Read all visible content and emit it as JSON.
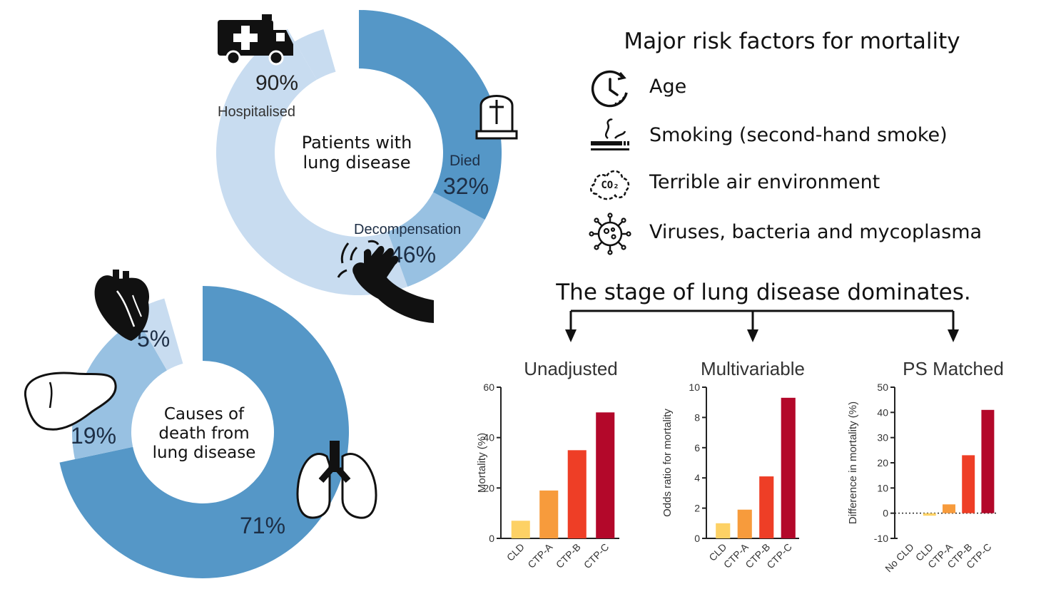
{
  "header": {
    "title": "Major risk factors for mortality",
    "risk_factors": [
      {
        "label": "Age",
        "icon": "clock-icon"
      },
      {
        "label": "Smoking (second-hand smoke)",
        "icon": "cigarette-icon"
      },
      {
        "label": "Terrible air environment",
        "icon": "co2-cloud-icon"
      },
      {
        "label": "Viruses, bacteria and mycoplasma",
        "icon": "virus-icon"
      }
    ],
    "stage_title": "The stage of lung disease dominates."
  },
  "chart_data": [
    {
      "type": "pie",
      "center_label": [
        "Patients with",
        "lung disease"
      ],
      "slices": [
        {
          "label": "Hospitalised",
          "value": 90,
          "display": "90%",
          "color": "#c8dcf0",
          "icon": "ambulance-icon"
        },
        {
          "label": "Died",
          "value": 32,
          "display": "32%",
          "color": "#5597c7",
          "icon": "tombstone-icon"
        },
        {
          "label": "Decompensation",
          "value": 46,
          "display": "46%",
          "color": "#98c1e2",
          "icon": "waving-hand-icon"
        }
      ]
    },
    {
      "type": "pie",
      "center_label": [
        "Causes of",
        "death from",
        "lung disease"
      ],
      "slices": [
        {
          "label": "",
          "value": 5,
          "display": "5%",
          "color": "#c8dcf0",
          "icon": "heart-icon"
        },
        {
          "label": "",
          "value": 19,
          "display": "19%",
          "color": "#98c1e2",
          "icon": "liver-icon"
        },
        {
          "label": "",
          "value": 71,
          "display": "71%",
          "color": "#5597c7",
          "icon": "lungs-icon"
        }
      ]
    },
    {
      "type": "bar",
      "title": "Unadjusted",
      "ylabel": "Mortality (%)",
      "ylim": [
        0,
        60
      ],
      "yticks": [
        0,
        20,
        40,
        60
      ],
      "categories": [
        "CLD",
        "CTP-A",
        "CTP-B",
        "CTP-C"
      ],
      "values": [
        7,
        19,
        35,
        50
      ],
      "colors": [
        "#fdd165",
        "#f79b3c",
        "#ee3e26",
        "#b3082a"
      ]
    },
    {
      "type": "bar",
      "title": "Multivariable",
      "ylabel": "Odds ratio for mortality",
      "ylim": [
        0,
        10
      ],
      "yticks": [
        0,
        2,
        4,
        6,
        8,
        10
      ],
      "categories": [
        "CLD",
        "CTP-A",
        "CTP-B",
        "CTP-C"
      ],
      "values": [
        1,
        1.9,
        4.1,
        9.3
      ],
      "colors": [
        "#fdd165",
        "#f79b3c",
        "#ee3e26",
        "#b3082a"
      ]
    },
    {
      "type": "bar",
      "title": "PS Matched",
      "ylabel": "Difference in mortality  (%)",
      "ylim": [
        -10,
        50
      ],
      "yticks": [
        -10,
        0,
        10,
        20,
        30,
        40,
        50
      ],
      "categories": [
        "No CLD",
        "CLD",
        "CTP-A",
        "CTP-B",
        "CTP-C"
      ],
      "values": [
        0,
        -1,
        3.5,
        23,
        41
      ],
      "colors": [
        "#ffffff",
        "#fdd165",
        "#f79b3c",
        "#ee3e26",
        "#b3082a"
      ]
    }
  ]
}
